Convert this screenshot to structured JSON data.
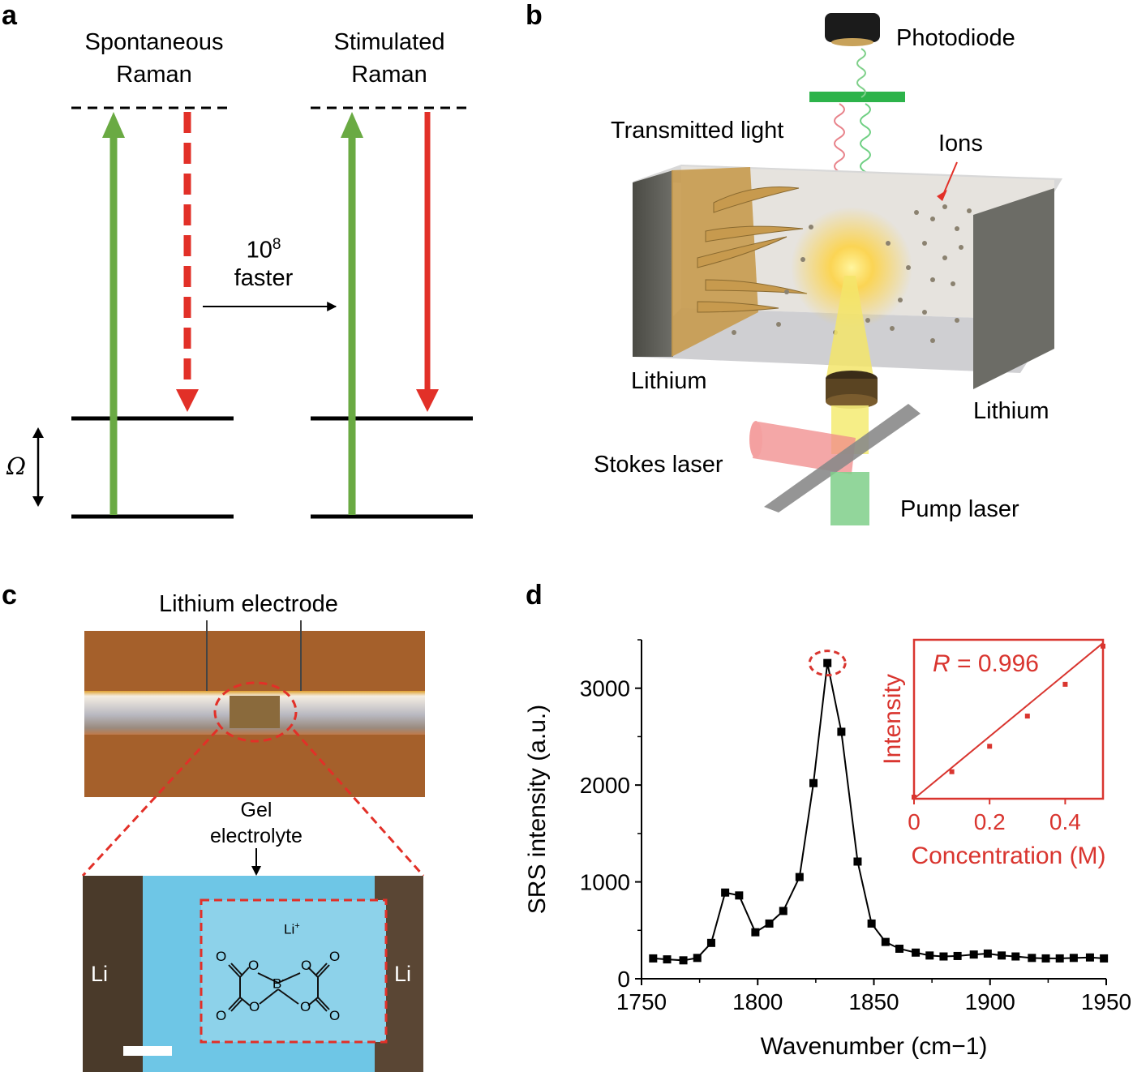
{
  "panels": {
    "a": {
      "letter": "a",
      "left_title_1": "Spontaneous",
      "left_title_2": "Raman",
      "right_title_1": "Stimulated",
      "right_title_2": "Raman",
      "speed_base": "10",
      "speed_exp": "8",
      "speed_word": "faster",
      "omega": "Ω"
    },
    "b": {
      "letter": "b",
      "photodiode": "Photodiode",
      "transmitted": "Transmitted light",
      "ions": "Ions",
      "lithium_left": "Lithium",
      "lithium_right": "Lithium",
      "stokes": "Stokes laser",
      "pump": "Pump laser"
    },
    "c": {
      "letter": "c",
      "electrode": "Lithium electrode",
      "gel_1": "Gel",
      "gel_2": "electrolyte",
      "li_left": "Li",
      "li_right": "Li",
      "li_plus": "Li",
      "li_plus_sup": "+",
      "boron": "B",
      "boron_sup": "−",
      "oxygen": "O"
    },
    "d": {
      "letter": "d"
    }
  },
  "colors": {
    "green": "#6aaa43",
    "red": "#e23028",
    "inset_red": "#d9352f",
    "filter_green": "#2db34a"
  },
  "chart_data": [
    {
      "type": "line",
      "xlabel": "Wavenumber (cm−1)",
      "ylabel": "SRS intensity (a.u.)",
      "xlim": [
        1750,
        1950
      ],
      "ylim": [
        0,
        3500
      ],
      "xticks": [
        1750,
        1800,
        1850,
        1900,
        1950
      ],
      "yticks": [
        0,
        1000,
        2000,
        3000
      ],
      "x": [
        1755,
        1761,
        1768,
        1774,
        1780,
        1786,
        1792,
        1799,
        1805,
        1811,
        1818,
        1824,
        1830,
        1836,
        1843,
        1849,
        1855,
        1861,
        1868,
        1874,
        1880,
        1886,
        1893,
        1899,
        1905,
        1911,
        1918,
        1924,
        1930,
        1936,
        1943,
        1949
      ],
      "y": [
        210,
        200,
        190,
        215,
        370,
        890,
        860,
        480,
        570,
        700,
        1050,
        2020,
        3260,
        2550,
        1210,
        570,
        380,
        310,
        270,
        240,
        230,
        235,
        250,
        260,
        240,
        230,
        215,
        210,
        210,
        215,
        220,
        210
      ],
      "series": [
        {
          "values": []
        }
      ]
    },
    {
      "type": "scatter",
      "xlabel": "Concentration (M)",
      "ylabel": "Intensity",
      "annotation": "R = 0.996",
      "annotation_var": "R",
      "annotation_rest": " = 0.996",
      "xlim": [
        0,
        0.5
      ],
      "xticks": [
        0,
        0.2,
        0.4
      ],
      "xticklabels": [
        "0",
        "0.2",
        "0.4"
      ],
      "x": [
        0,
        0.1,
        0.2,
        0.3,
        0.4,
        0.5
      ],
      "y": [
        0.01,
        0.17,
        0.33,
        0.52,
        0.72,
        0.96
      ]
    }
  ]
}
